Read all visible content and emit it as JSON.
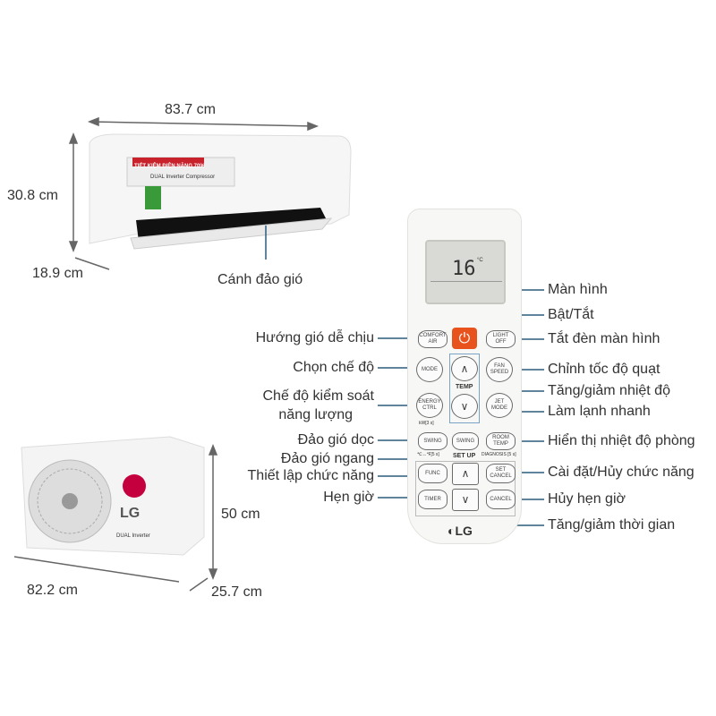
{
  "dimensions": {
    "indoor_width": "83.7 cm",
    "indoor_height": "30.8 cm",
    "indoor_depth": "18.9 cm",
    "outdoor_height": "50 cm",
    "outdoor_width": "82.2 cm",
    "outdoor_depth": "25.7 cm"
  },
  "indoor_label": "Cánh đảo gió",
  "indoor_unit": {
    "banner": "TIẾT KIỆM ĐIỆN NĂNG 70%",
    "brand_text": "DUAL Inverter Compressor"
  },
  "outdoor_unit": {
    "brand": "LG",
    "sub": "DUAL Inverter"
  },
  "remote": {
    "display_temp": "16",
    "display_unit": "°C",
    "buttons": {
      "comfort": "COMFORT AIR",
      "light": "LIGHT OFF",
      "mode": "MODE",
      "fan": "FAN SPEED",
      "temp": "TEMP",
      "energy": "ENERGY CTRL",
      "jet": "JET MODE",
      "swing_v": "SWING",
      "swing_h": "SWING",
      "room": "ROOM TEMP",
      "setup": "SET UP",
      "func": "FUNC",
      "set_cancel": "SET CANCEL",
      "timer": "TIMER",
      "cancel": "CANCEL"
    },
    "sublabels": {
      "energy": "kW[3 s]",
      "swing": "℃↔℉[5 s]",
      "diagnosis": "DIAGNOSIS [5 s]"
    },
    "logo": "LG"
  },
  "callouts_right": [
    "Màn hình",
    "Bật/Tắt",
    "Tắt đèn màn hình",
    "Chỉnh tốc độ quạt",
    "Tăng/giảm nhiệt độ",
    "Làm lạnh nhanh",
    "Hiển thị nhiệt độ phòng",
    "Cài đặt/Hủy chức năng",
    "Hủy hẹn giờ",
    "Tăng/giảm thời gian"
  ],
  "callouts_left": [
    "Hướng gió dễ chịu",
    "Chọn chế độ",
    "Chế độ kiểm soát",
    "năng lượng",
    "Đảo gió dọc",
    "Đảo gió ngang",
    "Thiết lập chức năng",
    "Hẹn giờ"
  ]
}
